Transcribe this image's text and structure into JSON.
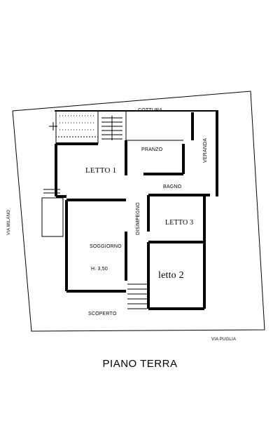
{
  "plan": {
    "title": "PIANO TERRA",
    "streets": {
      "left": "VIA MILANO",
      "bottom": "VIA PUGLIA"
    },
    "rooms": {
      "cottura": "COTTURA",
      "pranzo": "PRANZO",
      "veranda": "VERANDA",
      "bagno": "BAGNO",
      "letto1": "LETTO 1",
      "disimpegno": "DISIMPEGNO",
      "letto3": "LETTO 3",
      "soggiorno": "SOGGIORNO",
      "height": "H. 3,50",
      "letto2": "letto 2",
      "scoperto": "SCOPERTO"
    }
  }
}
